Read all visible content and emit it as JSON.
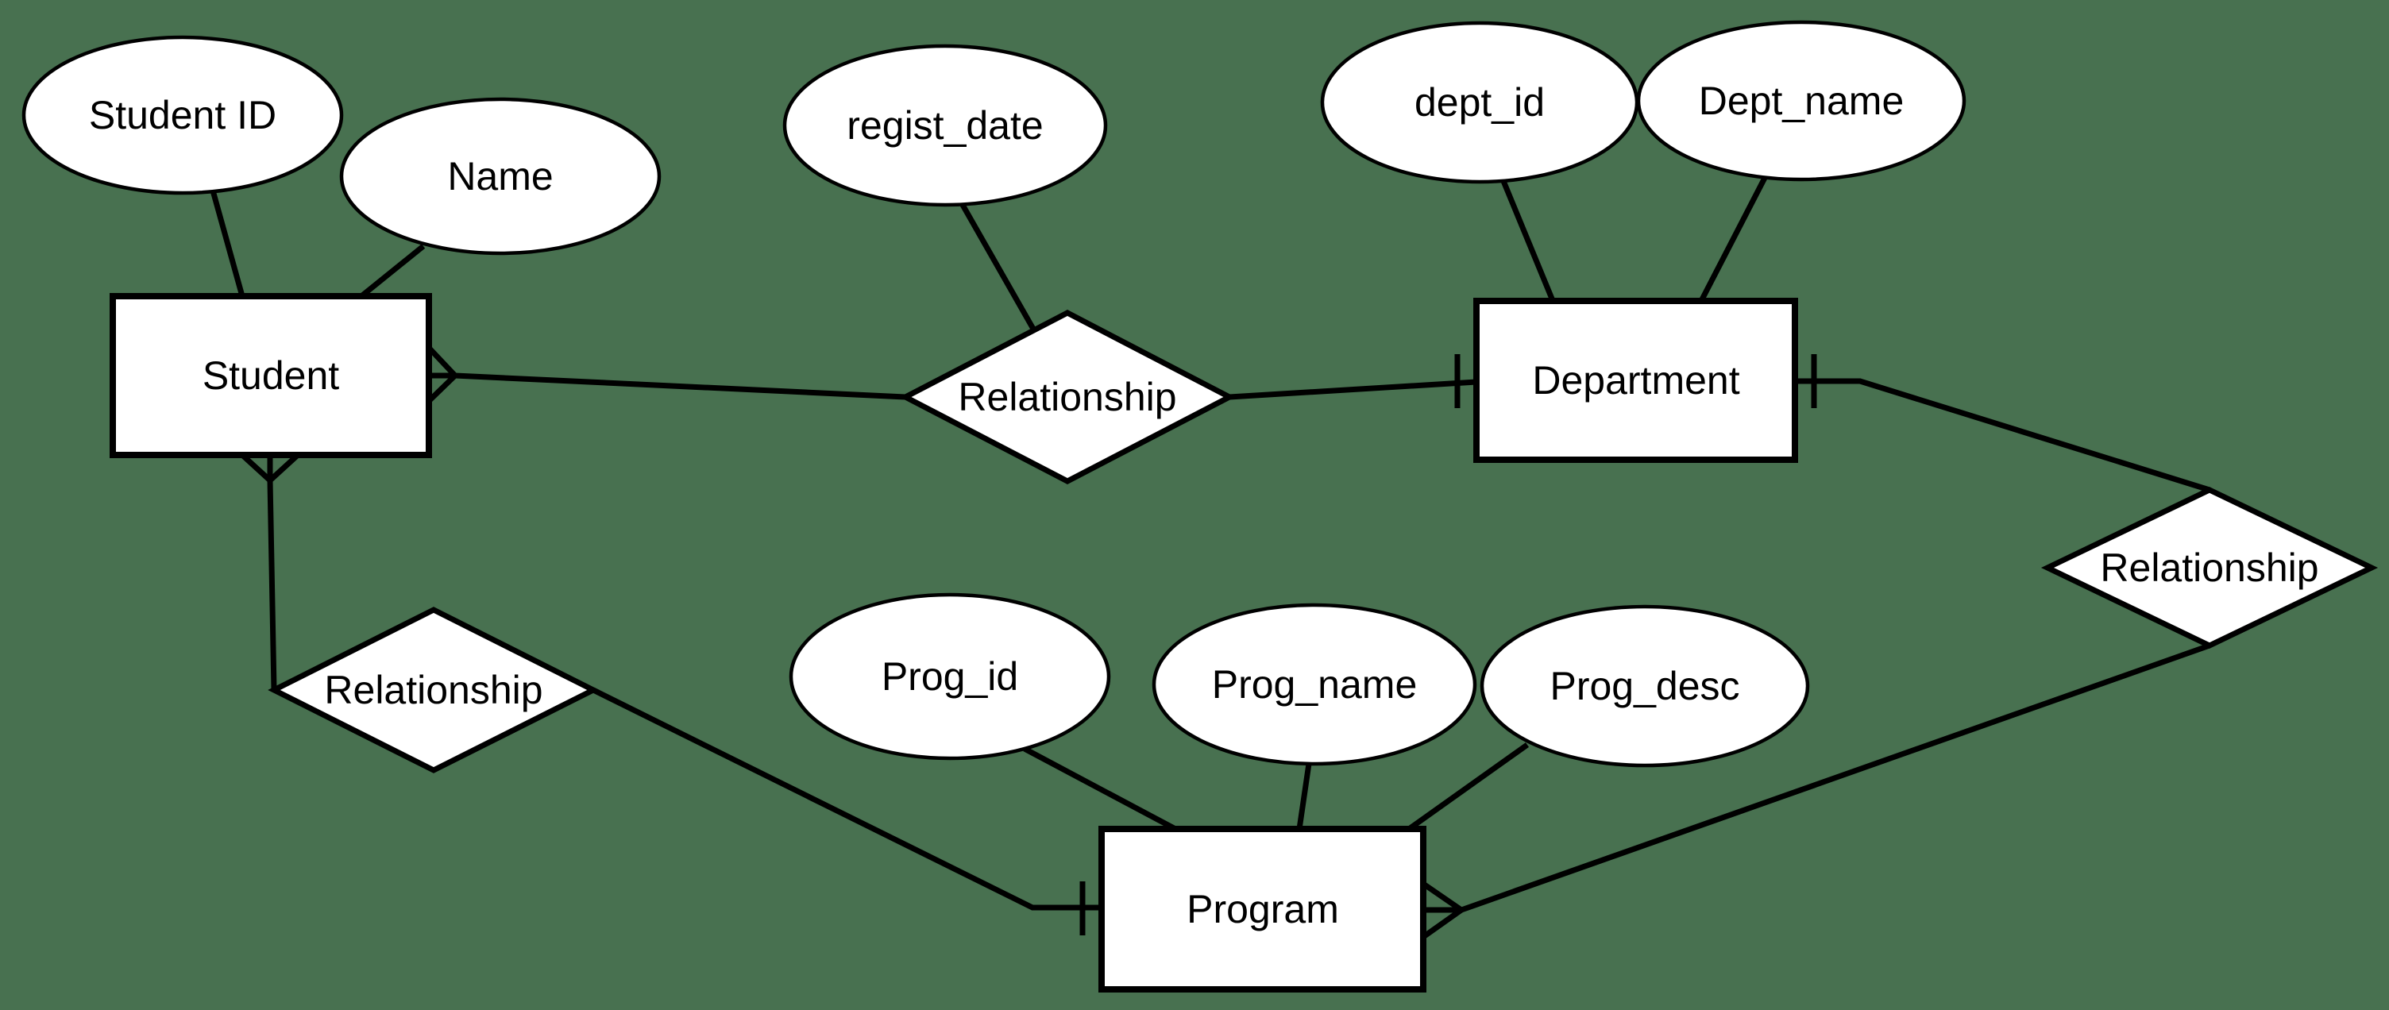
{
  "colors": {
    "background": "#487150",
    "shape_fill": "#ffffff",
    "line": "#000000",
    "text": "#000000"
  },
  "diagram": {
    "type": "entity-relationship",
    "entities": {
      "student": {
        "label": "Student"
      },
      "department": {
        "label": "Department"
      },
      "program": {
        "label": "Program"
      }
    },
    "attributes": {
      "student_id": {
        "label": "Student ID",
        "of": "Student"
      },
      "name": {
        "label": "Name",
        "of": "Student"
      },
      "regist_date": {
        "label": "regist_date",
        "of": "Student-Department relationship"
      },
      "dept_id": {
        "label": "dept_id",
        "of": "Department"
      },
      "dept_name": {
        "label": "Dept_name",
        "of": "Department"
      },
      "prog_id": {
        "label": "Prog_id",
        "of": "Program"
      },
      "prog_name": {
        "label": "Prog_name",
        "of": "Program"
      },
      "prog_desc": {
        "label": "Prog_desc",
        "of": "Program"
      }
    },
    "relationships": {
      "student_department": {
        "label": "Relationship",
        "from": "Student",
        "to": "Department",
        "from_cardinality": "many (crow's foot)",
        "to_cardinality": "one (bar)"
      },
      "student_program": {
        "label": "Relationship",
        "from": "Student",
        "to": "Program",
        "from_cardinality": "many (crow's foot)",
        "to_cardinality": "one (bar)"
      },
      "department_program": {
        "label": "Relationship",
        "from": "Department",
        "to": "Program",
        "from_cardinality": "one (bar)",
        "to_cardinality": "many (crow's foot)"
      }
    }
  }
}
